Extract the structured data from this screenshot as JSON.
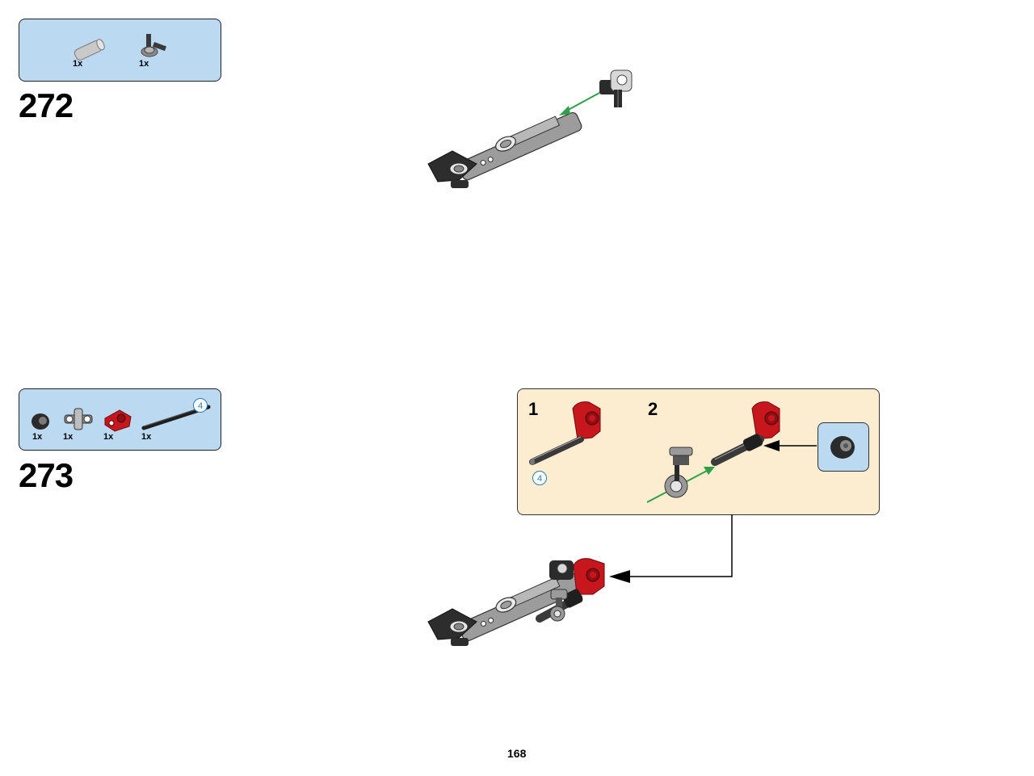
{
  "page": {
    "number": "168"
  },
  "steps": [
    {
      "number": "272",
      "parts": [
        {
          "name": "axle-pin-connector",
          "qty": "1x"
        },
        {
          "name": "axle-pin-with-bush",
          "qty": "1x"
        }
      ]
    },
    {
      "number": "273",
      "parts": [
        {
          "name": "bush",
          "qty": "1x"
        },
        {
          "name": "axle-connector-cross",
          "qty": "1x"
        },
        {
          "name": "red-angle-connector",
          "qty": "1x"
        },
        {
          "name": "axle-length-4",
          "qty": "1x",
          "length": "4"
        }
      ],
      "substeps": [
        {
          "number": "1",
          "axle_length": "4"
        },
        {
          "number": "2"
        }
      ]
    }
  ],
  "colors": {
    "parts_box": "#bcd9f2",
    "substep_box": "#fcedd1",
    "arrow_green": "#2ea04a",
    "part_red": "#c8161d",
    "part_dark": "#2b2b2b",
    "part_grey": "#9a9a9a"
  }
}
